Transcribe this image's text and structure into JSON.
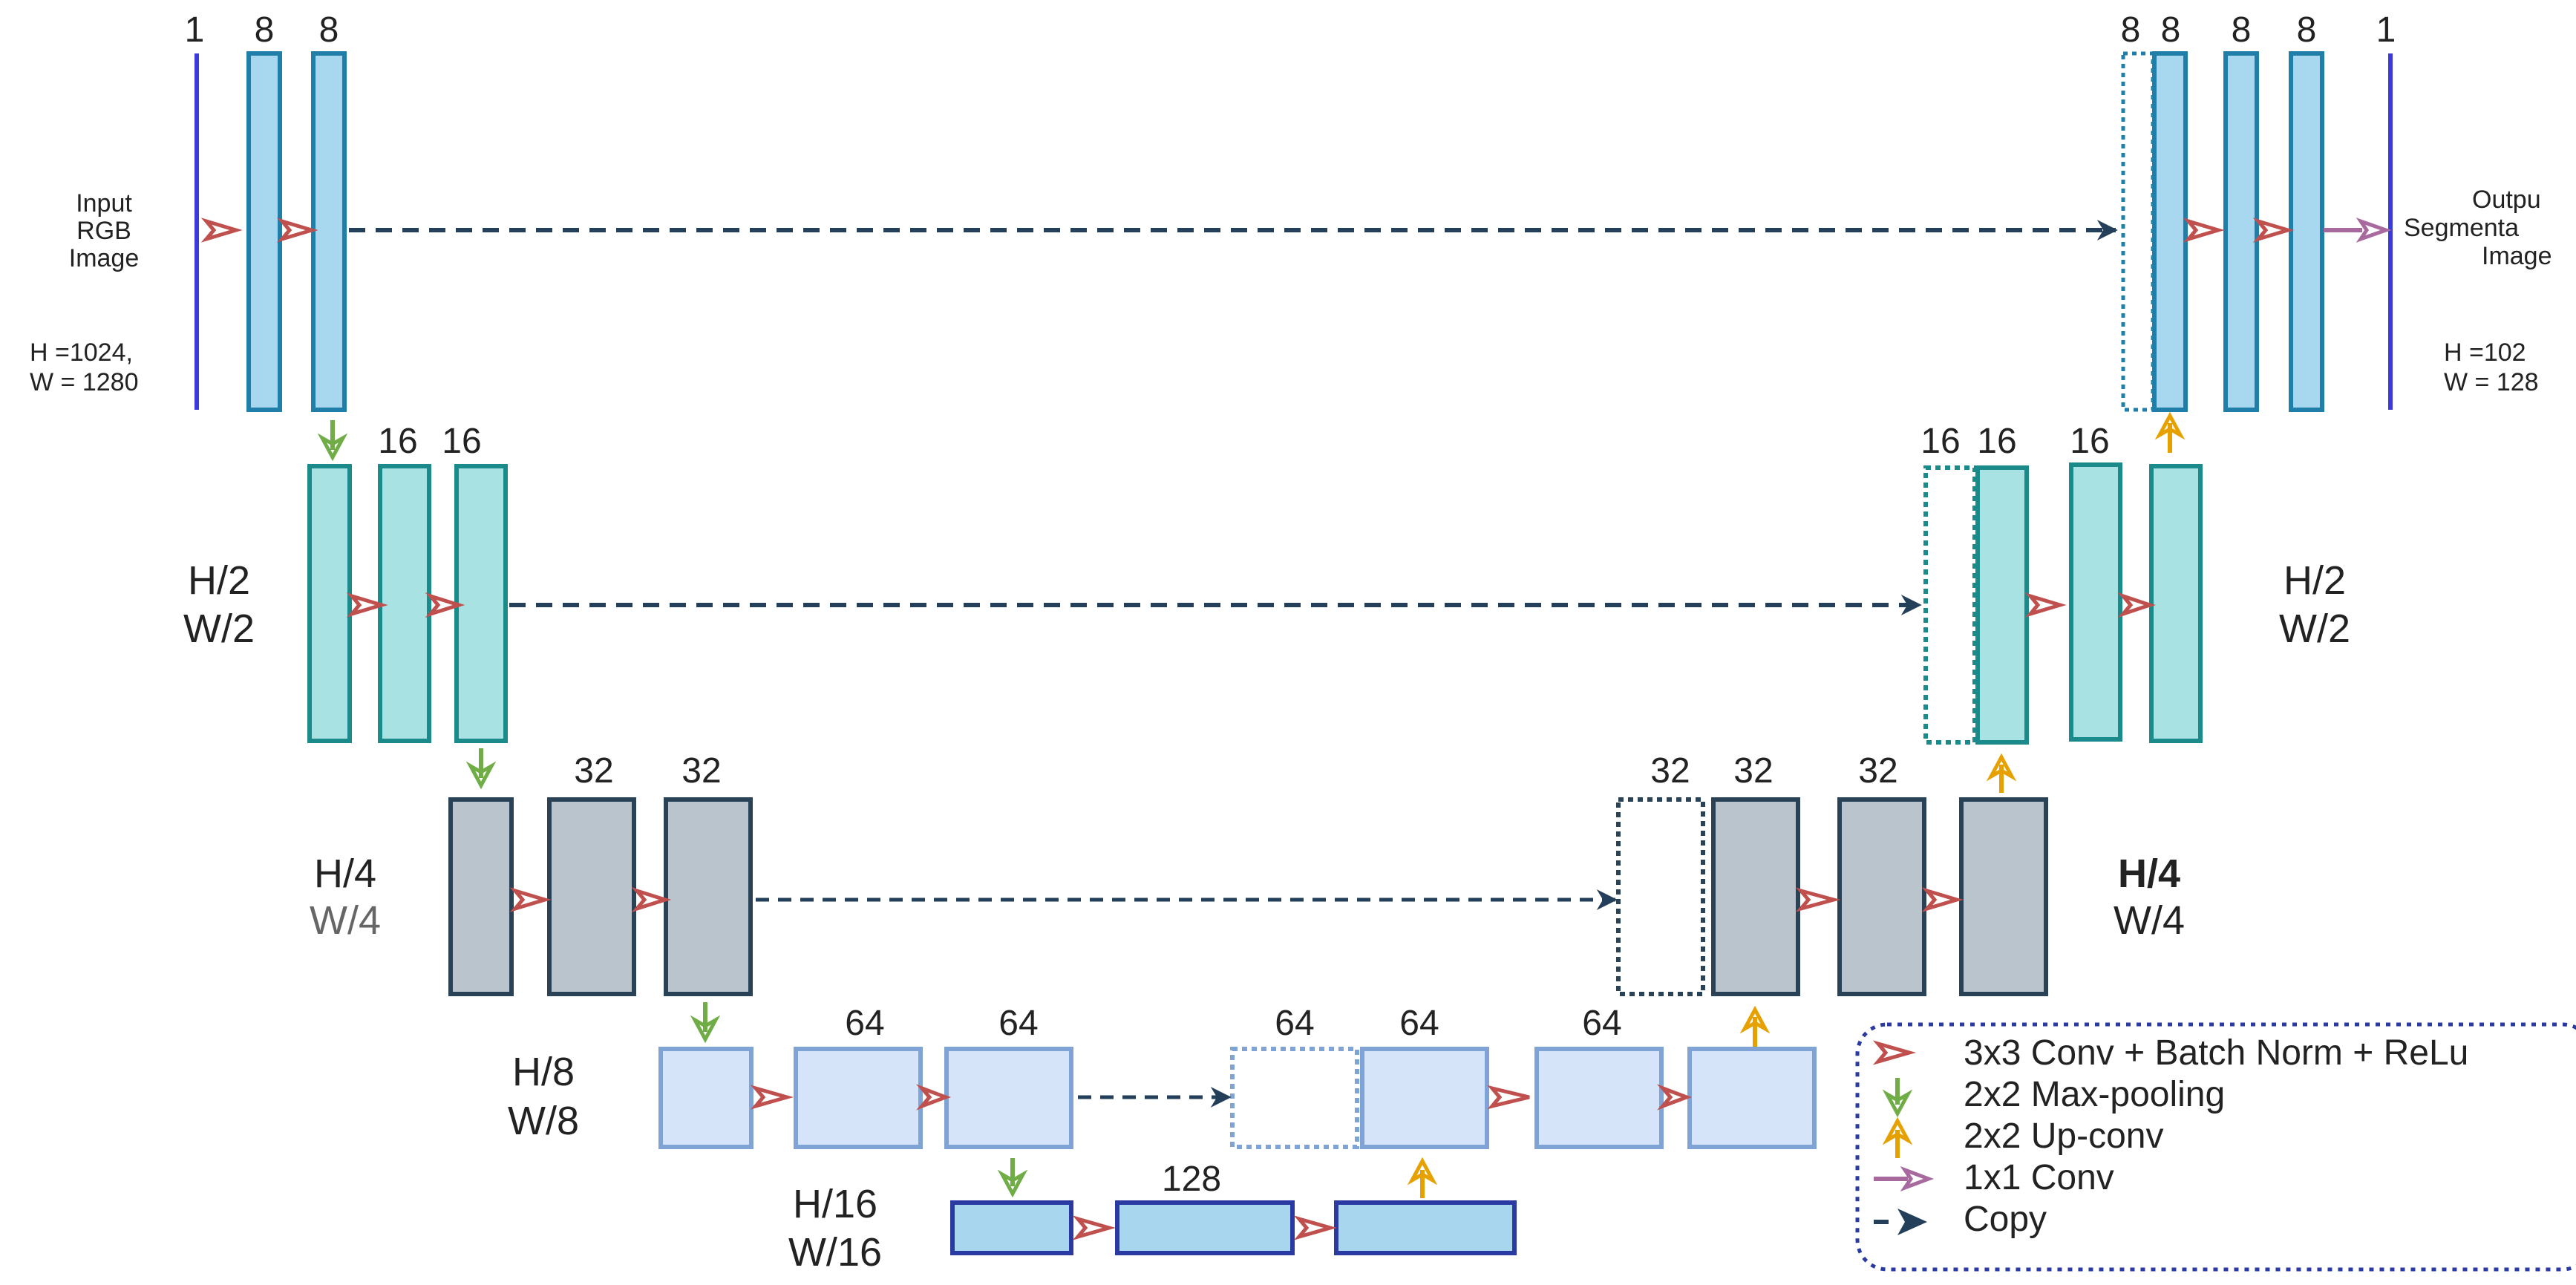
{
  "diagram": {
    "input_label": [
      "Input",
      "RGB",
      "Image"
    ],
    "input_size": [
      "H =1024,",
      "W = 1280"
    ],
    "output_label": [
      "Outpu",
      "Segmenta",
      "Image"
    ],
    "output_size": [
      "H =102",
      "W = 128"
    ],
    "level_labels": {
      "l1_left": [
        "H/2",
        "W/2"
      ],
      "l1_right": [
        "H/2",
        "W/2"
      ],
      "l2_left": [
        "H/4",
        "W/4"
      ],
      "l2_right": [
        "H/4",
        "W/4"
      ],
      "l3_left": [
        "H/8",
        "W/8"
      ],
      "l4_left": [
        "H/16",
        "W/16"
      ]
    },
    "channel_labels": {
      "l0_in": "1",
      "l0_enc_a": "8",
      "l0_enc_b": "8",
      "l0_dec_copy": "8",
      "l0_dec_up": "8",
      "l0_dec_a": "8",
      "l0_dec_b": "8",
      "l0_out": "1",
      "l1_enc_a": "16",
      "l1_enc_b": "16",
      "l1_dec_copy": "16",
      "l1_dec_up": "16",
      "l1_dec_a": "16",
      "l2_enc_a": "32",
      "l2_enc_b": "32",
      "l2_dec_copy": "32",
      "l2_dec_up": "32",
      "l2_dec_a": "32",
      "l3_enc_a": "64",
      "l3_enc_b": "64",
      "l3_dec_copy": "64",
      "l3_dec_up": "64",
      "l3_dec_a": "64",
      "l4_mid": "128"
    },
    "legend": [
      {
        "label": "3x3 Conv + Batch Norm + ReLu",
        "symbol": "red-triangle-arrow-icon",
        "color": "#c0504d"
      },
      {
        "label": "2x2 Max-pooling",
        "symbol": "green-down-arrow-icon",
        "color": "#70ad47"
      },
      {
        "label": "2x2 Up-conv",
        "symbol": "orange-up-arrow-icon",
        "color": "#e6a100"
      },
      {
        "label": "1x1 Conv",
        "symbol": "purple-arrow-icon",
        "color": "#a86a9e"
      },
      {
        "label": "Copy",
        "symbol": "dark-dashed-arrow-icon",
        "color": "#243f5a"
      }
    ],
    "colors": {
      "level0_fill": "#a8d8ef",
      "level0_stroke": "#1f7fa8",
      "level1_fill": "#a9e2e2",
      "level1_stroke": "#1a8a8a",
      "level2_fill": "#b9c4cd",
      "level2_stroke": "#2a4256",
      "level3_fill": "#d5e4f8",
      "level3_stroke": "#7fa3d4",
      "level4_fill": "#a9d6ef",
      "level4_stroke": "#2a3aa0",
      "input_line": "#3b3bdc"
    }
  }
}
